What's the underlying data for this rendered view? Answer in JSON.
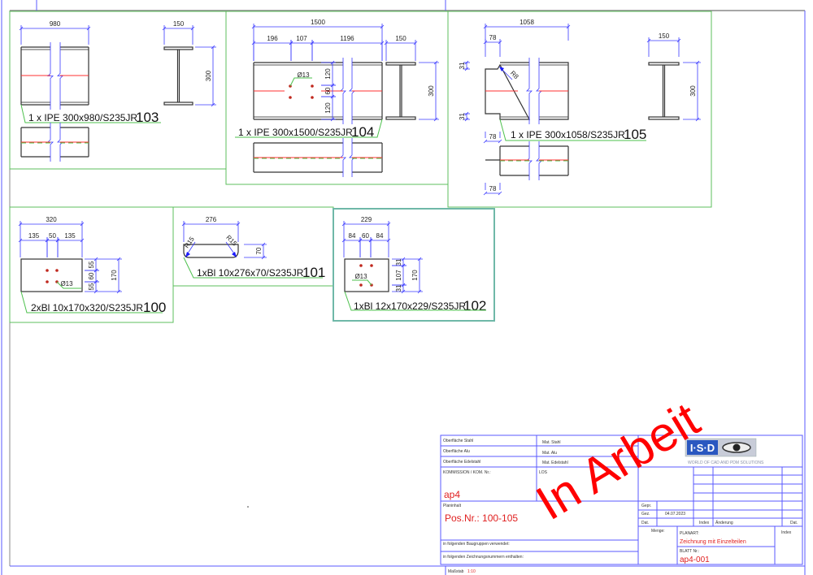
{
  "parts": {
    "p103": {
      "label": "1 x IPE 300x980/S235JR",
      "number": "103",
      "dims": [
        "980",
        "150",
        "300"
      ]
    },
    "p104": {
      "label": "1 x IPE 300x1500/S235JR",
      "number": "104",
      "dims": [
        "1500",
        "196",
        "107",
        "1196",
        "150",
        "120",
        "60",
        "120",
        "300"
      ],
      "hole": "Ø13"
    },
    "p105": {
      "label": "1 x IPE 300x1058/S235JR",
      "number": "105",
      "dims": [
        "1058",
        "78",
        "31",
        "31",
        "78",
        "78",
        "150",
        "300"
      ],
      "radius": "R8"
    },
    "p100": {
      "label": "2xBl 10x170x320/S235JR",
      "number": "100",
      "dims": [
        "320",
        "135",
        "50",
        "135",
        "55",
        "60",
        "55",
        "170"
      ],
      "hole": "Ø13"
    },
    "p101": {
      "label": "1xBl 10x276x70/S235JR",
      "number": "101",
      "dims": [
        "276",
        "70"
      ],
      "radii": [
        "R15",
        "R15"
      ]
    },
    "p102": {
      "label": "1xBl 12x170x229/S235JR",
      "number": "102",
      "dims": [
        "229",
        "84",
        "60",
        "84",
        "31",
        "107",
        "31",
        "170"
      ],
      "hole": "Ø13"
    }
  },
  "title_block": {
    "surface_steel": "Oberfläche  Stahl",
    "surface_alu": "Oberfläche  Alu",
    "surface_stainless": "Oberfläche  Edelstahl",
    "mat_steel": "Mat.  Stahl",
    "mat_alu": "Mat.  Alu",
    "mat_stainless": "Mat.  Edelstahl",
    "commission_label": "KOMMISSION / KOM. Nr.:",
    "commission_value": "ap4",
    "los_label": "LOS",
    "plan_content_label": "Planinhalt",
    "plan_content_value": "Pos.Nr.: 100-105",
    "used_in_assemblies": "in folgenden Baugruppen verwendet:",
    "contained_in_drawings": "in folgenden Zeichnungsnummern enthalten:",
    "logo_text": "I·S·D",
    "logo_tagline": "WORLD OF CAD AND PDM SOLUTIONS",
    "checked_label": "Gepr.",
    "drawn_label": "Gez.",
    "drawn_date": "04.07.2023",
    "date_label": "Dat.",
    "index_label": "Index",
    "change_label": "Änderung",
    "date_label2": "Dat.",
    "quantity_label": "Menge:",
    "plan_type_label": "PLANART:",
    "plan_type_value": "Zeichnung mit Einzelteilen",
    "sheet_label": "BLATT Nr.:",
    "sheet_value": "ap4-001",
    "index_label2": "Index",
    "scale_label": "Maßstab",
    "scale_value": "1:10"
  },
  "stamp": "In Arbeit",
  "colors": {
    "dimension": "#3a3aff",
    "panel": "#5cbf5c",
    "stamp": "#ff0000",
    "title_value": "#e02020"
  }
}
